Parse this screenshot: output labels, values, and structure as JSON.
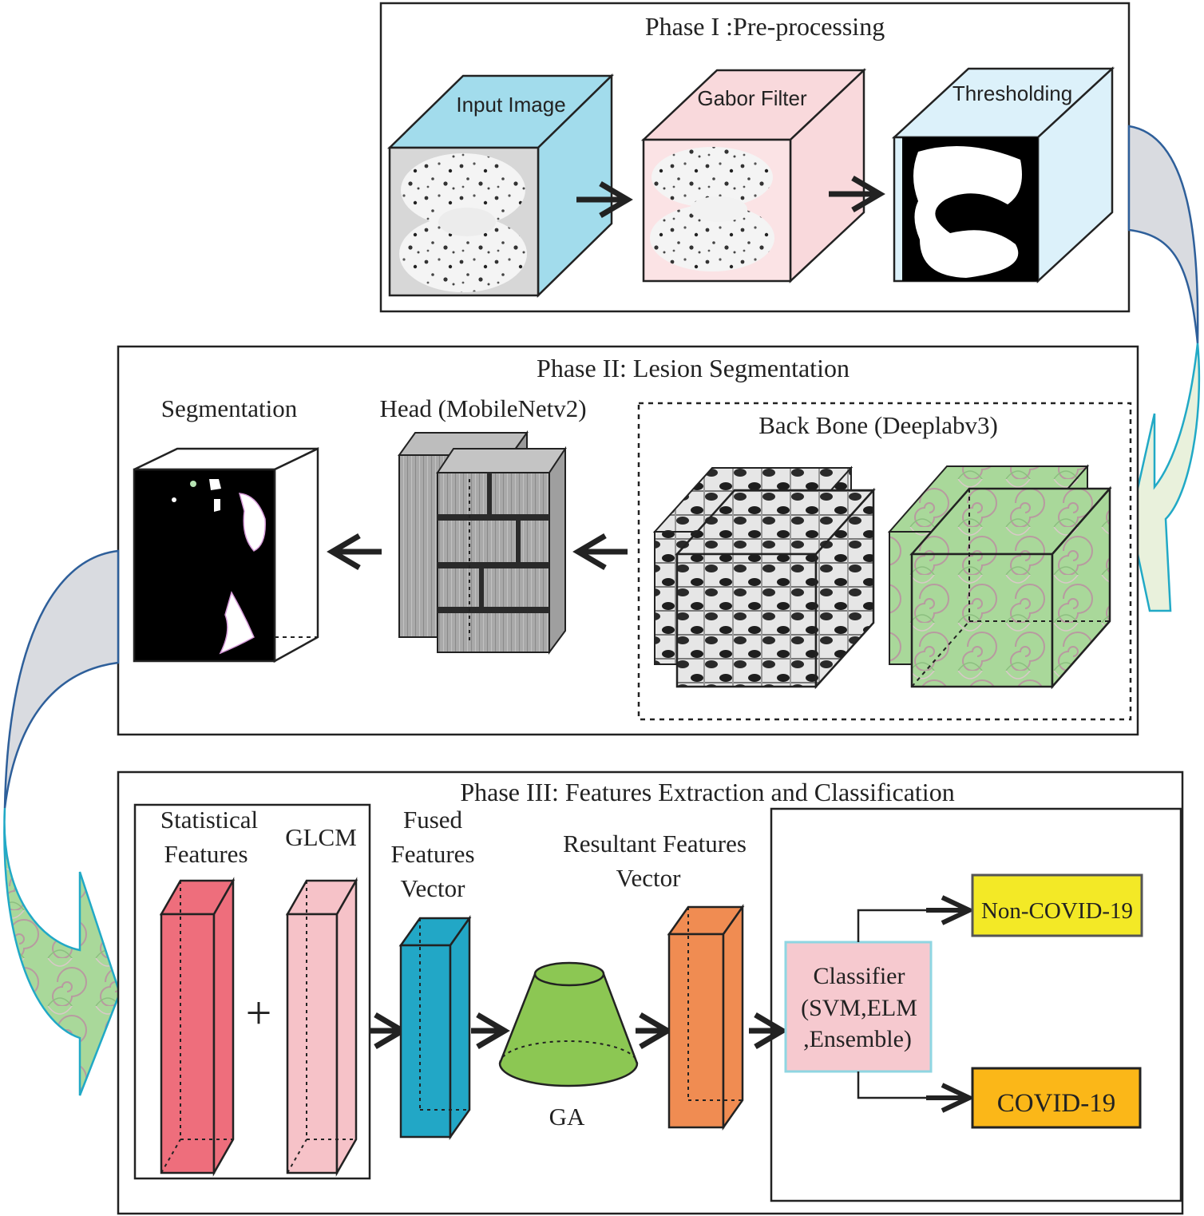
{
  "phase1": {
    "title": "Phase I :Pre-processing",
    "cubes": [
      {
        "label": "Input Image"
      },
      {
        "label": "Gabor Filter"
      },
      {
        "label": "Thresholding"
      }
    ]
  },
  "phase2": {
    "title": "Phase II: Lesion Segmentation",
    "segmentation_label": "Segmentation",
    "head_label": "Head (MobileNetv2)",
    "backbone_label": "Back Bone (Deeplabv3)"
  },
  "phase3": {
    "title": "Phase III: Features Extraction and Classification",
    "statistical_label": [
      "Statistical",
      "Features"
    ],
    "glcm_label": "GLCM",
    "plus_sign": "+",
    "fused_label": [
      "Fused",
      "Features",
      "Vector"
    ],
    "resultant_label": [
      "Resultant Features",
      "Vector"
    ],
    "ga_label": "GA",
    "classifier_label": [
      "Classifier",
      "(SVM,ELM",
      ",Ensemble)"
    ],
    "output_noncovid": "Non-COVID-19",
    "output_covid": "COVID-19"
  },
  "colors": {
    "input_cube": "#a2dcec",
    "gabor_cube": "#f9d9dc",
    "threshold_cube": "#dcf1fa",
    "stat_bar": "#ee6e7c",
    "glcm_bar": "#f6c2c8",
    "fused_bar": "#22a7c6",
    "ga_cone": "#8cc753",
    "resultant_bar": "#f08c52",
    "classifier_box": "#f6c9cf",
    "classifier_border": "#8fd6e2",
    "noncovid_box": "#f3e926",
    "covid_box": "#fbb718",
    "gray_arrow": "#d9dbe0",
    "green_arrow": "#e9f1dc",
    "arrow_outline_blue": "#2e5f9a",
    "arrow_outline_cyan": "#21a9c6"
  }
}
